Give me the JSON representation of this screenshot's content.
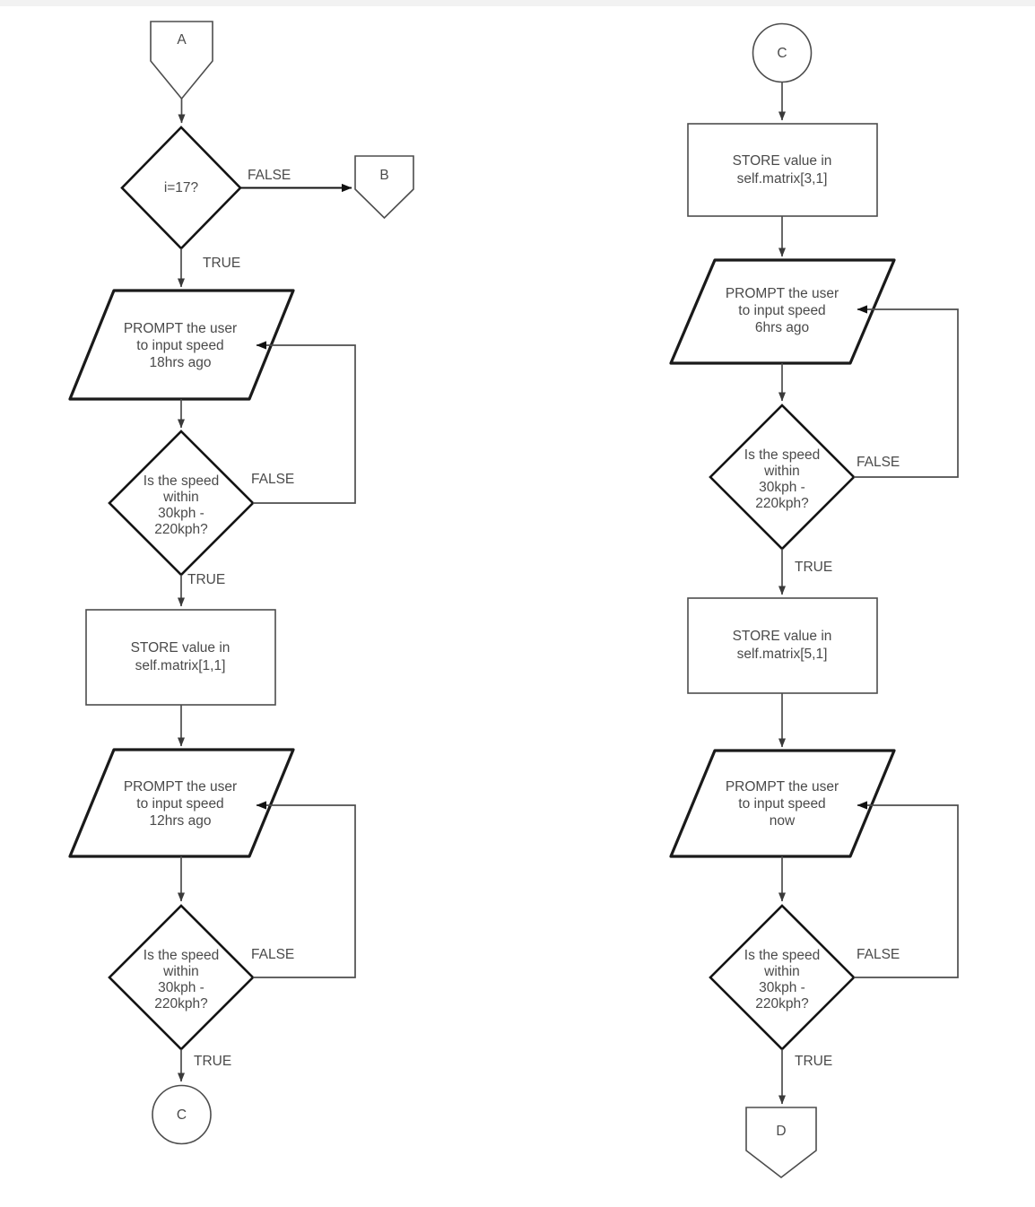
{
  "diagram": {
    "type": "flowchart",
    "title": "Speed input flowchart",
    "background_color": "#ffffff",
    "line_color": "#4d4d4d",
    "bold_line_color": "#111111",
    "text_color": "#4a4a4a"
  },
  "columns": [
    {
      "id": "left-column",
      "name": "left-branch",
      "nodes": [
        {
          "id": "a-terminal",
          "name": "connector-a",
          "shape": "pentagon",
          "label": "A"
        },
        {
          "id": "i-decision",
          "name": "decision-i-equals-17",
          "shape": "diamond",
          "label": "i=17?",
          "lines": [
            "i=17?"
          ]
        },
        {
          "id": "b-terminal",
          "name": "connector-b",
          "shape": "pentagon",
          "label": "B"
        },
        {
          "id": "prompt-18hrs",
          "name": "prompt-speed-18hrs",
          "shape": "parallelogram",
          "lines": [
            "PROMPT the user",
            "to  input speed",
            "18hrs ago"
          ]
        },
        {
          "id": "check-18hrs",
          "name": "decision-speed-range-18hrs",
          "shape": "diamond",
          "lines": [
            "Is the speed",
            "within",
            "30kph -",
            "220kph?"
          ]
        },
        {
          "id": "store-1-1",
          "name": "process-store-matrix-1-1",
          "shape": "rectangle",
          "lines": [
            "STORE value in",
            "self.matrix[1,1]"
          ]
        },
        {
          "id": "prompt-12hrs",
          "name": "prompt-speed-12hrs",
          "shape": "parallelogram",
          "lines": [
            "PROMPT the user",
            "to  input speed",
            "12hrs ago"
          ]
        },
        {
          "id": "check-12hrs",
          "name": "decision-speed-range-12hrs",
          "shape": "diamond",
          "lines": [
            "Is the speed",
            "within",
            "30kph -",
            "220kph?"
          ]
        },
        {
          "id": "c-terminal-out",
          "name": "connector-c-out",
          "shape": "circle",
          "label": "C"
        }
      ],
      "edge_labels": {
        "i_false": "FALSE",
        "i_true": "TRUE",
        "check18_false": "FALSE",
        "check18_true": "TRUE",
        "check12_false": "FALSE",
        "check12_true": "TRUE"
      }
    },
    {
      "id": "right-column",
      "name": "right-branch",
      "nodes": [
        {
          "id": "c-terminal-in",
          "name": "connector-c-in",
          "shape": "circle",
          "label": "C"
        },
        {
          "id": "store-3-1",
          "name": "process-store-matrix-3-1",
          "shape": "rectangle",
          "lines": [
            "STORE value in",
            "self.matrix[3,1]"
          ]
        },
        {
          "id": "prompt-6hrs",
          "name": "prompt-speed-6hrs",
          "shape": "parallelogram",
          "lines": [
            "PROMPT the user",
            "to  input speed",
            "6hrs ago"
          ]
        },
        {
          "id": "check-6hrs",
          "name": "decision-speed-range-6hrs",
          "shape": "diamond",
          "lines": [
            "Is the speed",
            "within",
            "30kph -",
            "220kph?"
          ]
        },
        {
          "id": "store-5-1",
          "name": "process-store-matrix-5-1",
          "shape": "rectangle",
          "lines": [
            "STORE value in",
            "self.matrix[5,1]"
          ]
        },
        {
          "id": "prompt-now",
          "name": "prompt-speed-now",
          "shape": "parallelogram",
          "lines": [
            "PROMPT the user",
            "to input speed",
            "now"
          ]
        },
        {
          "id": "check-now",
          "name": "decision-speed-range-now",
          "shape": "diamond",
          "lines": [
            "Is the speed",
            "within",
            "30kph -",
            "220kph?"
          ]
        },
        {
          "id": "d-terminal",
          "name": "connector-d",
          "shape": "pentagon",
          "label": "D"
        }
      ],
      "edge_labels": {
        "check6_false": "FALSE",
        "check6_true": "TRUE",
        "checknow_false": "FALSE",
        "checknow_true": "TRUE"
      }
    }
  ],
  "text": {
    "A": "A",
    "B": "B",
    "C_left": "C",
    "C_right": "C",
    "D": "D",
    "i17": "i=17?",
    "prompt18_l1": "PROMPT the user",
    "prompt18_l2": "to  input speed",
    "prompt18_l3": "18hrs ago",
    "prompt12_l1": "PROMPT the user",
    "prompt12_l2": "to  input speed",
    "prompt12_l3": "12hrs ago",
    "prompt6_l1": "PROMPT the user",
    "prompt6_l2": "to  input speed",
    "prompt6_l3": "6hrs ago",
    "promptnow_l1": "PROMPT the user",
    "promptnow_l2": "to input speed",
    "promptnow_l3": "now",
    "store11_l1": "STORE value in",
    "store11_l2": "self.matrix[1,1]",
    "store31_l1": "STORE value in",
    "store31_l2": "self.matrix[3,1]",
    "store51_l1": "STORE value in",
    "store51_l2": "self.matrix[5,1]",
    "speed_l1": "Is the speed",
    "speed_l2": "within",
    "speed_l3": "30kph -",
    "speed_l4": "220kph?",
    "FALSE": "FALSE",
    "TRUE": "TRUE"
  }
}
